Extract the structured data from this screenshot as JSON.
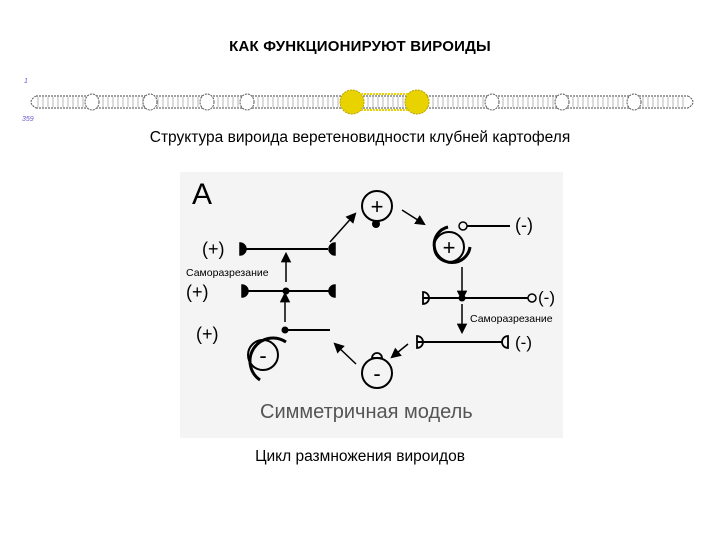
{
  "title": "КАК ФУНКЦИОНИРУЮТ ВИРОИДЫ",
  "rna": {
    "start_index": "1",
    "end_index": "359",
    "highlight_color": "#e8d200"
  },
  "caption_top": "Структура вироида веретеновидности клубней картофеля",
  "diagram": {
    "panel_letter": "A",
    "plus_sign": "+",
    "minus_sign": "-",
    "label_plus_1": "(+)",
    "label_plus_2": "(+)",
    "label_plus_3": "(+)",
    "label_minus_1": "(-)",
    "label_minus_2": "(-)",
    "label_minus_3": "(-)",
    "self_cleave_left": "Саморазрезание",
    "self_cleave_right": "Саморазрезание",
    "model_title": "Симметричная модель"
  },
  "caption_bottom": "Цикл размножения вироидов"
}
